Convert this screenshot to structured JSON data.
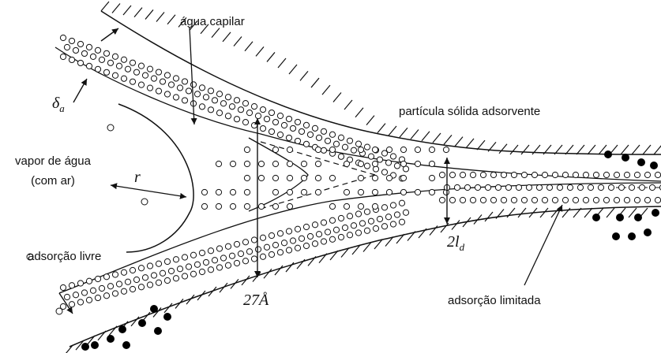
{
  "labels": {
    "capillary_water": "água capilar",
    "solid_particle": "partícula sólida adsorvente",
    "water_vapor_line1": "vapor de água",
    "water_vapor_line2": "(com ar)",
    "free_adsorption": "adsorção livre",
    "limited_adsorption": "adsorção limitada",
    "radius_symbol": "r",
    "film_thickness_symbol": "δ",
    "film_thickness_subscript": "a",
    "gap_symbol": "2l",
    "gap_subscript": "d",
    "dimension_value": "27Å"
  },
  "colors": {
    "line": "#111111",
    "molecule_fill": "#ffffff",
    "solid_particle": "#000000",
    "background": "#ffffff"
  }
}
